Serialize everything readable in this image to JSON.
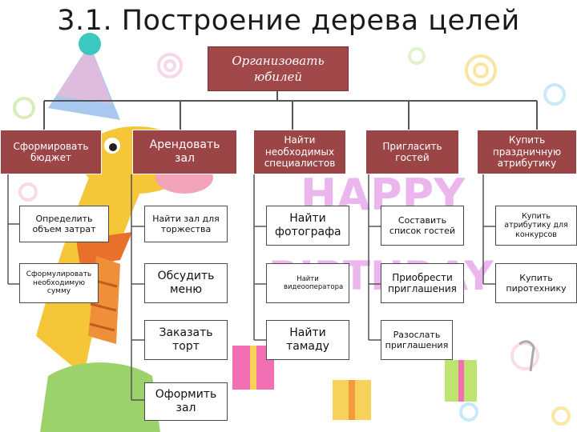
{
  "title": "3.1. Построение дерева целей",
  "root": "Организовать юбилей",
  "columns": [
    {
      "head": "Сформировать бюджет",
      "items": [
        "Определить объем затрат",
        "Сформулировать необходимую сумму"
      ]
    },
    {
      "head": "Арендовать зал",
      "items": [
        "Найти зал для торжества",
        "Обсудить меню",
        "Заказать торт",
        "Оформить зал"
      ]
    },
    {
      "head": "Найти необходимых специалистов",
      "items": [
        "Найти фотографа",
        "Найти видеооператора",
        "Найти тамаду"
      ]
    },
    {
      "head": "Пригласить гостей",
      "items": [
        "Составить список гостей",
        "Приобрести приглашения",
        "Разослать приглашения"
      ]
    },
    {
      "head": "Купить праздничную атрибутику",
      "items": [
        "Купить атрибутику для конкурсов",
        "Купить пиротехнику"
      ]
    }
  ],
  "colors": {
    "box_fill": "#9c4547",
    "line": "#555555"
  }
}
